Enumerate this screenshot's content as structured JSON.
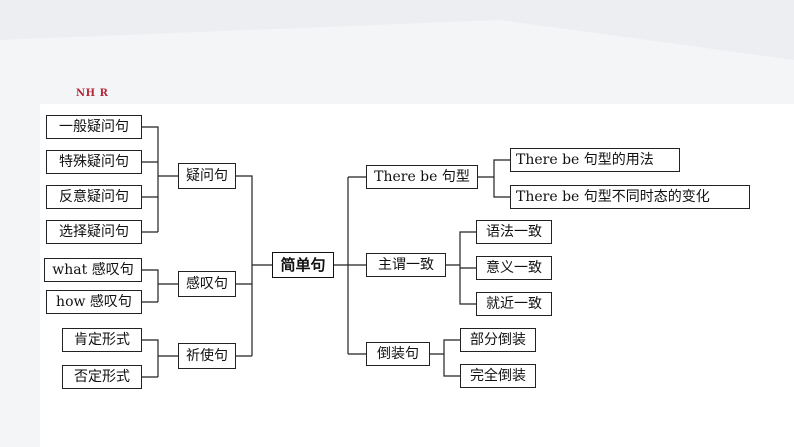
{
  "watermark": "NH R",
  "root": "简单句",
  "branches": [
    {
      "label": "疑问句",
      "children": [
        "一般疑问句",
        "特殊疑问句",
        "反意疑问句",
        "选择疑问句"
      ]
    },
    {
      "label": "感叹句",
      "children": [
        "what 感叹句",
        "how 感叹句"
      ]
    },
    {
      "label": "祈使句",
      "children": [
        "肯定形式",
        "否定形式"
      ]
    },
    {
      "label": "There be 句型",
      "children": [
        "There be 句型的用法",
        "There be 句型不同时态的变化"
      ]
    },
    {
      "label": "主谓一致",
      "children": [
        "语法一致",
        "意义一致",
        "就近一致"
      ]
    },
    {
      "label": "倒装句",
      "children": [
        "部分倒装",
        "完全倒装"
      ]
    }
  ],
  "colors": {
    "line": "#222222",
    "accent": "#b52a3a",
    "background": "#f4f5f7",
    "panel": "#ffffff"
  }
}
